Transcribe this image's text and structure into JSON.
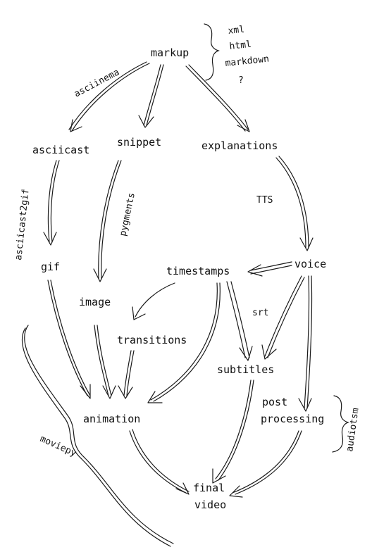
{
  "nodes": {
    "markup": "markup",
    "asciicast": "asciicast",
    "snippet": "snippet",
    "explanations": "explanations",
    "gif": "gif",
    "image": "image",
    "voice": "voice",
    "timestamps": "timestamps",
    "transitions": "transitions",
    "subtitles": "subtitles",
    "animation": "animation",
    "post_line1": "post",
    "post_line2": "processing",
    "final_line1": "final",
    "final_line2": "video"
  },
  "edge_labels": {
    "asciinema": "asciinema",
    "asciicast2gif": "asciicast2gif",
    "pygments": "pygments",
    "tts": "TTS",
    "srt": "srt",
    "moviepy": "moviepy",
    "audiotsm": "audiotsm"
  },
  "markup_formats": [
    "xml",
    "html",
    "markdown",
    "?"
  ],
  "colors": {
    "ink": "#111111",
    "background": "#ffffff"
  }
}
